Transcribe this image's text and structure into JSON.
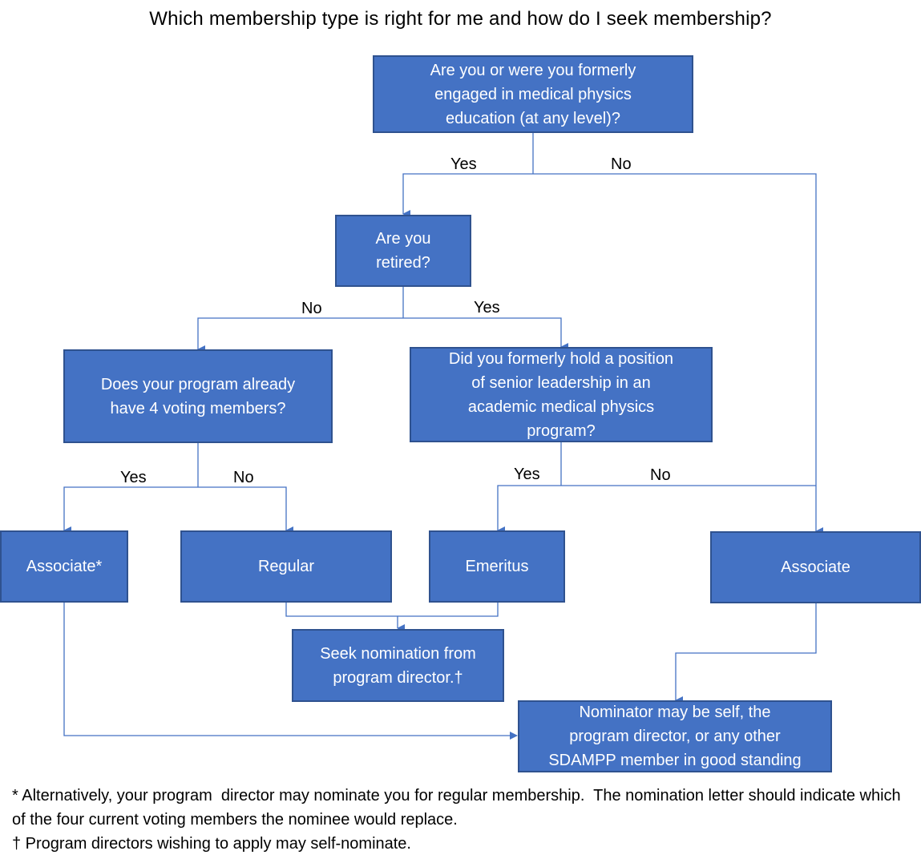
{
  "title": "Which membership type is right for me and how do I seek membership?",
  "nodes": {
    "q_engaged": "Are you or were you formerly\nengaged in medical physics\neducation (at any level)?",
    "q_retired": "Are you\nretired?",
    "q_voting": "Does your program already\nhave 4 voting members?",
    "q_leadership": "Did you formerly hold a position\nof senior leadership in an\nacademic medical physics\nprogram?",
    "r_associate_star": "Associate*",
    "r_regular": "Regular",
    "r_emeritus": "Emeritus",
    "r_associate": "Associate",
    "a_nomination": "Seek nomination from\nprogram director.†",
    "a_self": "Nominator may be self, the\nprogram director, or any other\nSDAMPP member in good standing"
  },
  "edge_labels": {
    "engaged_yes": "Yes",
    "engaged_no": "No",
    "retired_no": "No",
    "retired_yes": "Yes",
    "voting_yes": "Yes",
    "voting_no": "No",
    "leadership_yes": "Yes",
    "leadership_no": "No"
  },
  "footnotes": {
    "asterisk": "* Alternatively, your program  director may nominate you for regular membership.  The nomination letter should indicate which of the four current voting members the nominee would replace.",
    "dagger": "† Program directors wishing to apply may self-nominate."
  },
  "colors": {
    "box_fill": "#4472c4",
    "box_border": "#2f528f",
    "connector": "#4472c4"
  }
}
